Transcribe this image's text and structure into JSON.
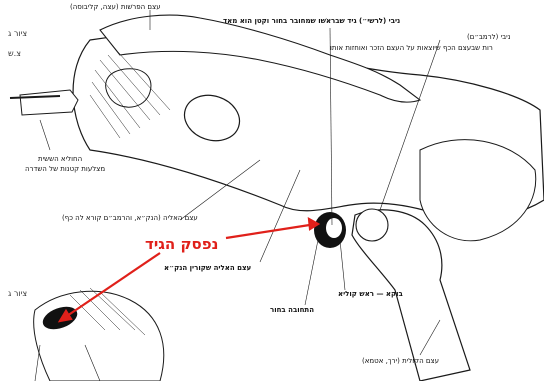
{
  "labels": {
    "parasha_bone": "עצם הפרשׁות (עצה, קליבוסה)",
    "gid_shenasheh": "ניבי (לרשי״) גיד שבראשׁו שמחובר בחור וקטן הוא מאד",
    "nivi_rambam": "ניבי (לרמב״ם)",
    "nivi_rambam_desc": "רות שבעצם הכף שיוצאות על העצם הזכר ואוחזות אותו",
    "chulia_1": "החוליא הששית",
    "chulia_2": "מצלעות קטנות של השדרה",
    "iliac_bone": "עצם האליה (הנק״א, והרמב״ם קורא לה כף)",
    "nifsak_hagid": "נפסק הגיד",
    "iliac_ridge": "עצם האליה שקורין הנק״א",
    "buka": "בוקא — ראש קוליא",
    "hole": "התחובה בחור",
    "femur": "עצם הקולית (ירך, אטמא)",
    "fig_top_1": "ציור ג",
    "fig_top_2": "צ.ש",
    "fig_bottom": "ציור ג"
  },
  "colors": {
    "arrow": "#e0201a",
    "line": "#1a1a1a"
  }
}
